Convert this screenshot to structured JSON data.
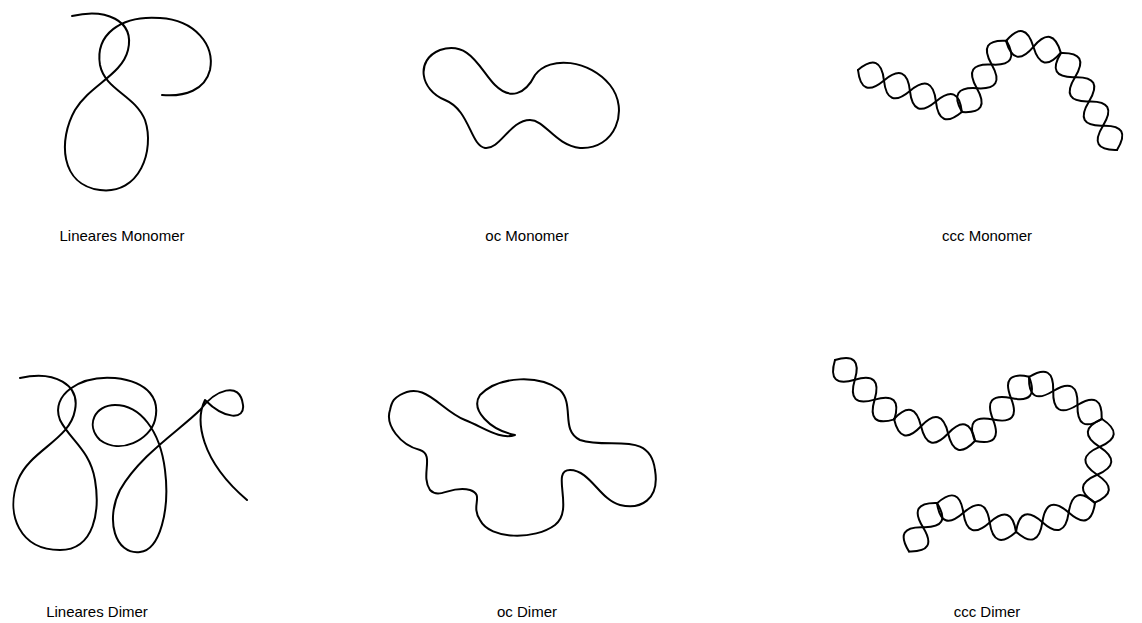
{
  "diagram": {
    "labels": [
      "Lineares Monomer",
      "oc Monomer",
      "ccc Monomer",
      "Lineares Dimer",
      "oc Dimer",
      "ccc Dimer"
    ]
  }
}
